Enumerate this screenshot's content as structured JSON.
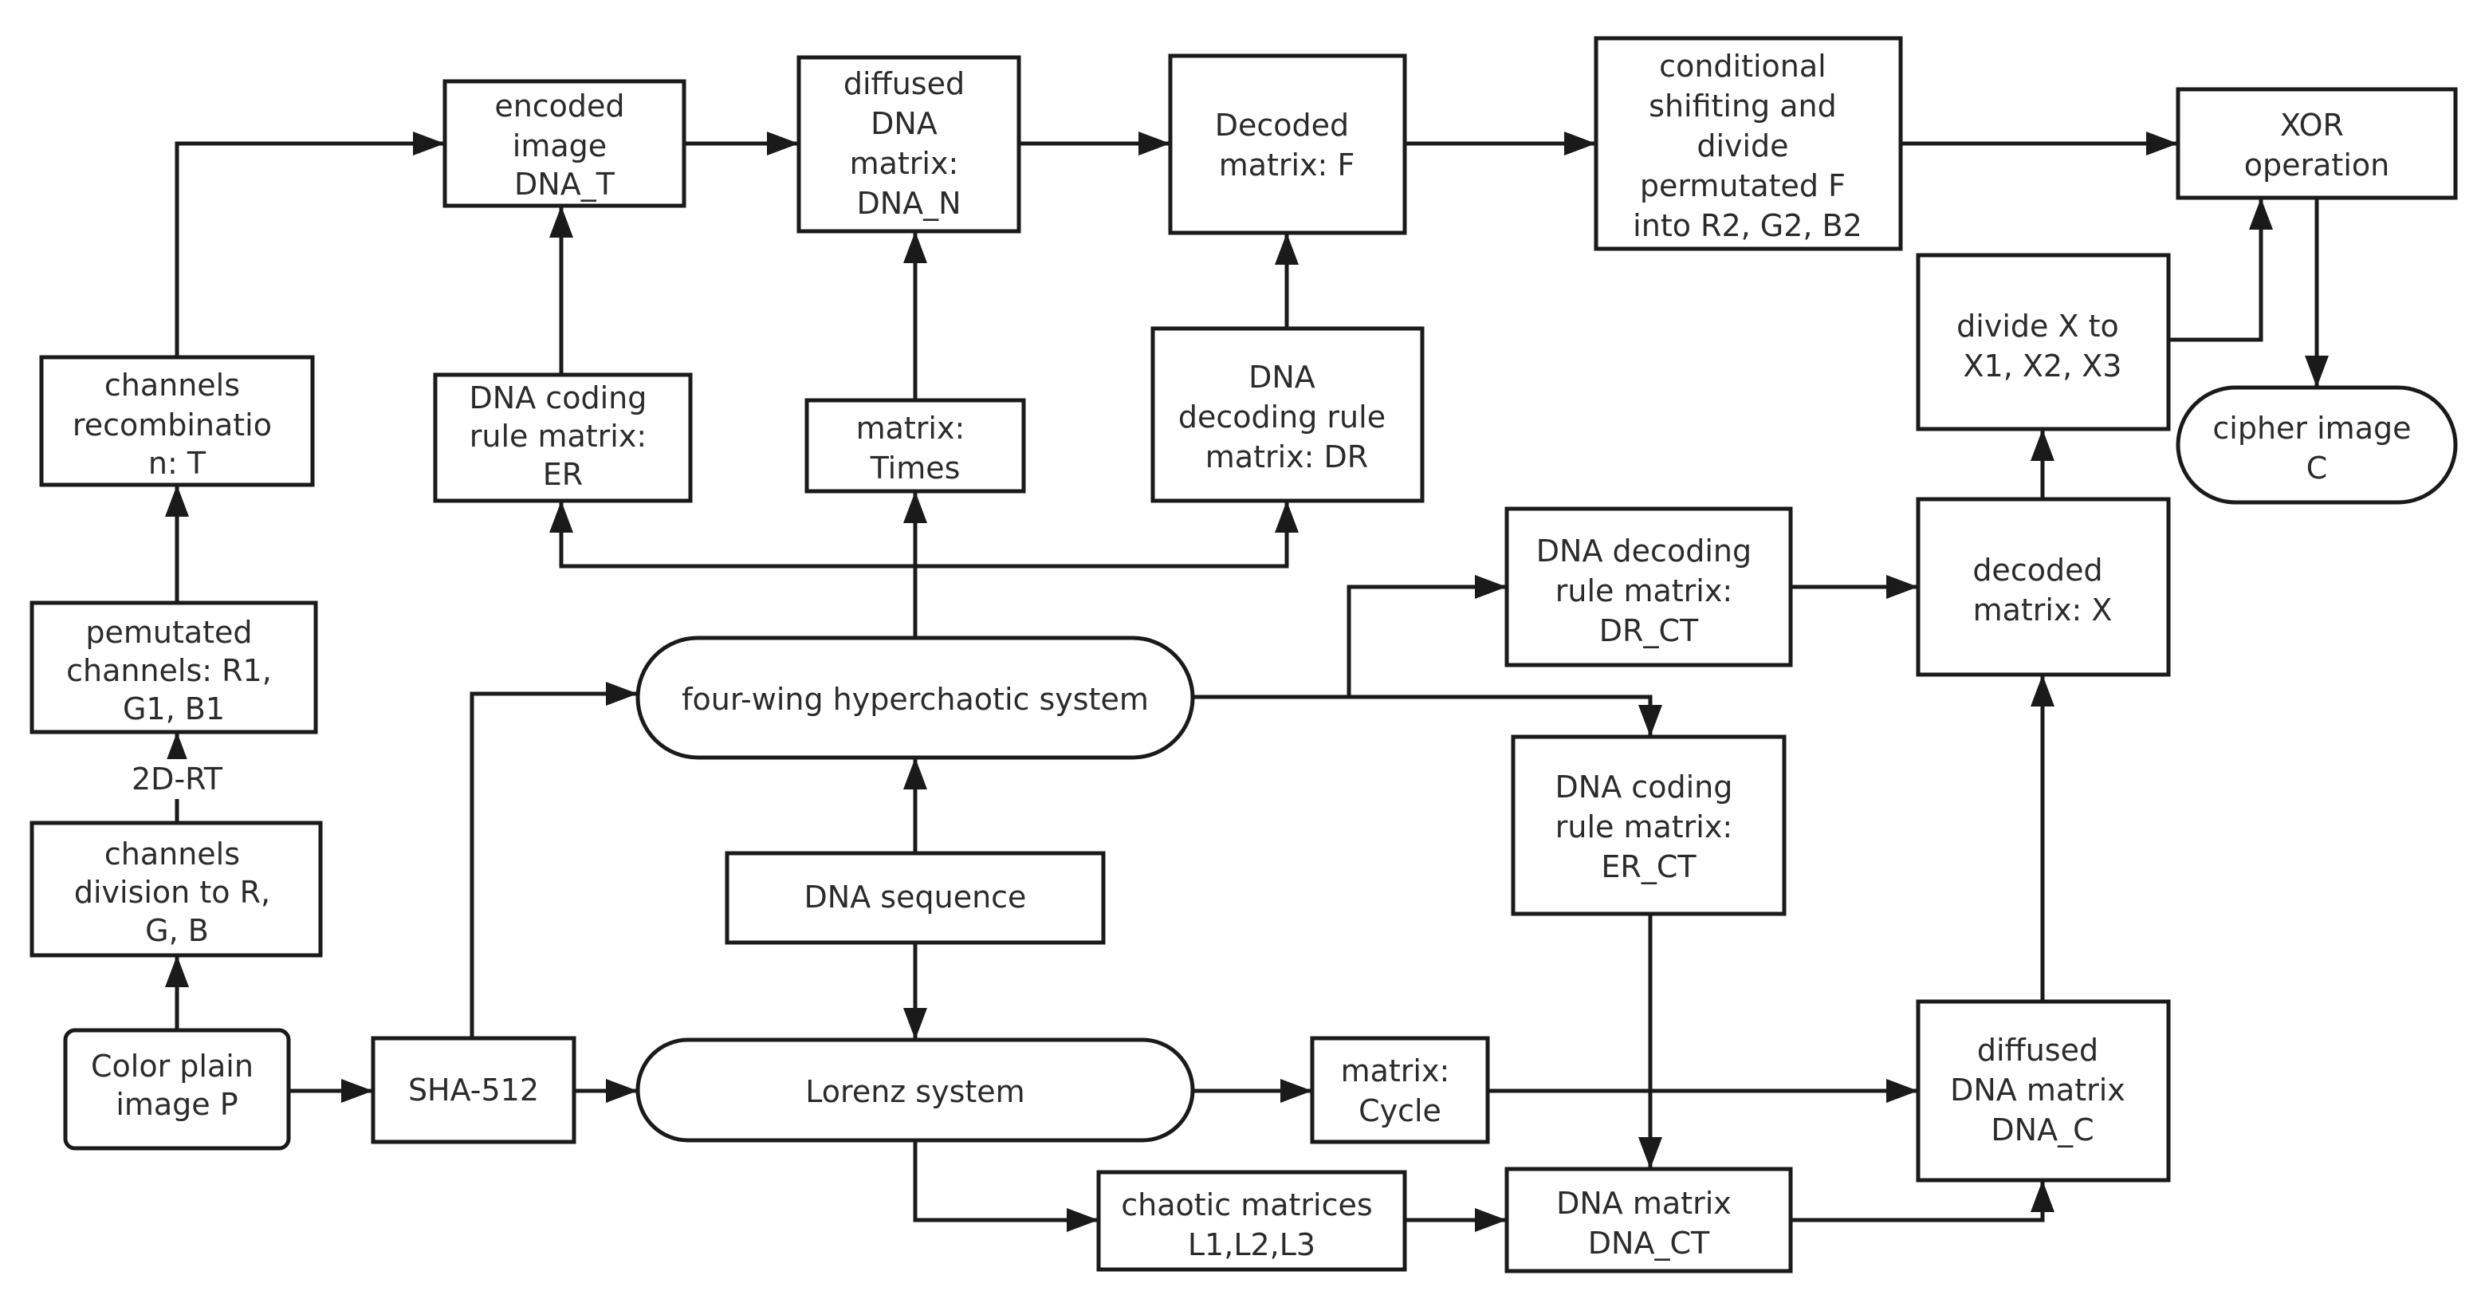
{
  "diagram": {
    "nodes": [
      {
        "id": "color-plain-image",
        "lines": [
          "Color plain",
          "image P"
        ],
        "shape": "rounded"
      },
      {
        "id": "channels-division",
        "lines": [
          "channels",
          "division to R,",
          "G, B"
        ],
        "shape": "rect"
      },
      {
        "id": "pemutated-channels",
        "lines": [
          "pemutated",
          "channels: R1,",
          "G1, B1"
        ],
        "shape": "rect"
      },
      {
        "id": "channels-recombination",
        "lines": [
          "channels",
          "recombinatio",
          "n: T"
        ],
        "shape": "rect"
      },
      {
        "id": "encoded-image",
        "lines": [
          "encoded",
          "image",
          "DNA_T"
        ],
        "shape": "rect"
      },
      {
        "id": "dna-coding-rule-er",
        "lines": [
          "DNA coding",
          "rule matrix:",
          "ER"
        ],
        "shape": "rect"
      },
      {
        "id": "diffused-dna-matrix-n",
        "lines": [
          "diffused",
          "DNA",
          "matrix:",
          "DNA_N"
        ],
        "shape": "rect"
      },
      {
        "id": "matrix-times",
        "lines": [
          "matrix:",
          "Times"
        ],
        "shape": "rect"
      },
      {
        "id": "decoded-matrix-f",
        "lines": [
          "Decoded",
          "matrix: F"
        ],
        "shape": "rect"
      },
      {
        "id": "dna-decoding-rule-dr",
        "lines": [
          "DNA",
          "decoding rule",
          "matrix: DR"
        ],
        "shape": "rect"
      },
      {
        "id": "conditional-shifting",
        "lines": [
          "conditional",
          "shifiting and",
          "divide",
          "permutated F",
          "into R2, G2, B2"
        ],
        "shape": "rect"
      },
      {
        "id": "xor-operation",
        "lines": [
          "XOR",
          "operation"
        ],
        "shape": "rect"
      },
      {
        "id": "divide-x",
        "lines": [
          "divide X to",
          "X1, X2, X3"
        ],
        "shape": "rect"
      },
      {
        "id": "cipher-image",
        "lines": [
          "cipher image",
          "C"
        ],
        "shape": "pill"
      },
      {
        "id": "dna-decoding-rule-dr-ct",
        "lines": [
          "DNA decoding",
          "rule matrix:",
          "DR_CT"
        ],
        "shape": "rect"
      },
      {
        "id": "decoded-matrix-x",
        "lines": [
          "decoded",
          "matrix: X"
        ],
        "shape": "rect"
      },
      {
        "id": "four-wing-system",
        "lines": [
          "four-wing hyperchaotic system"
        ],
        "shape": "pill"
      },
      {
        "id": "dna-coding-rule-er-ct",
        "lines": [
          "DNA coding",
          "rule matrix:",
          "ER_CT"
        ],
        "shape": "rect"
      },
      {
        "id": "dna-sequence",
        "lines": [
          "DNA sequence"
        ],
        "shape": "rect"
      },
      {
        "id": "sha-512",
        "lines": [
          "SHA-512"
        ],
        "shape": "rect"
      },
      {
        "id": "lorenz-system",
        "lines": [
          "Lorenz system"
        ],
        "shape": "pill"
      },
      {
        "id": "matrix-cycle",
        "lines": [
          "matrix:",
          "Cycle"
        ],
        "shape": "rect"
      },
      {
        "id": "diffused-dna-matrix-c",
        "lines": [
          "diffused",
          "DNA matrix",
          "DNA_C"
        ],
        "shape": "rect"
      },
      {
        "id": "chaotic-matrices",
        "lines": [
          "chaotic matrices",
          "L1,L2,L3"
        ],
        "shape": "rect"
      },
      {
        "id": "dna-matrix-ct",
        "lines": [
          "DNA matrix",
          "DNA_CT"
        ],
        "shape": "rect"
      }
    ],
    "labels": [
      {
        "id": "2d-rt-label",
        "text": "2D-RT"
      }
    ],
    "edges": [
      {
        "from": "color-plain-image",
        "to": "channels-division"
      },
      {
        "from": "channels-division",
        "to": "pemutated-channels",
        "label": "2D-RT"
      },
      {
        "from": "pemutated-channels",
        "to": "channels-recombination"
      },
      {
        "from": "channels-recombination",
        "to": "encoded-image"
      },
      {
        "from": "dna-coding-rule-er",
        "to": "encoded-image"
      },
      {
        "from": "encoded-image",
        "to": "diffused-dna-matrix-n"
      },
      {
        "from": "matrix-times",
        "to": "diffused-dna-matrix-n"
      },
      {
        "from": "diffused-dna-matrix-n",
        "to": "decoded-matrix-f"
      },
      {
        "from": "dna-decoding-rule-dr",
        "to": "decoded-matrix-f"
      },
      {
        "from": "decoded-matrix-f",
        "to": "conditional-shifting"
      },
      {
        "from": "conditional-shifting",
        "to": "xor-operation"
      },
      {
        "from": "divide-x",
        "to": "xor-operation"
      },
      {
        "from": "xor-operation",
        "to": "cipher-image"
      },
      {
        "from": "decoded-matrix-x",
        "to": "divide-x"
      },
      {
        "from": "dna-decoding-rule-dr-ct",
        "to": "decoded-matrix-x"
      },
      {
        "from": "diffused-dna-matrix-c",
        "to": "decoded-matrix-x"
      },
      {
        "from": "four-wing-system",
        "to": "matrix-times"
      },
      {
        "from": "four-wing-system",
        "to": "dna-coding-rule-er"
      },
      {
        "from": "four-wing-system",
        "to": "dna-decoding-rule-dr"
      },
      {
        "from": "four-wing-system",
        "to": "dna-decoding-rule-dr-ct"
      },
      {
        "from": "four-wing-system",
        "to": "dna-coding-rule-er-ct"
      },
      {
        "from": "dna-sequence",
        "to": "four-wing-system"
      },
      {
        "from": "dna-sequence",
        "to": "lorenz-system"
      },
      {
        "from": "color-plain-image",
        "to": "sha-512"
      },
      {
        "from": "sha-512",
        "to": "four-wing-system"
      },
      {
        "from": "sha-512",
        "to": "lorenz-system"
      },
      {
        "from": "lorenz-system",
        "to": "matrix-cycle"
      },
      {
        "from": "matrix-cycle",
        "to": "diffused-dna-matrix-c"
      },
      {
        "from": "lorenz-system",
        "to": "chaotic-matrices"
      },
      {
        "from": "chaotic-matrices",
        "to": "dna-matrix-ct"
      },
      {
        "from": "dna-coding-rule-er-ct",
        "to": "dna-matrix-ct"
      },
      {
        "from": "dna-matrix-ct",
        "to": "diffused-dna-matrix-c"
      }
    ]
  }
}
